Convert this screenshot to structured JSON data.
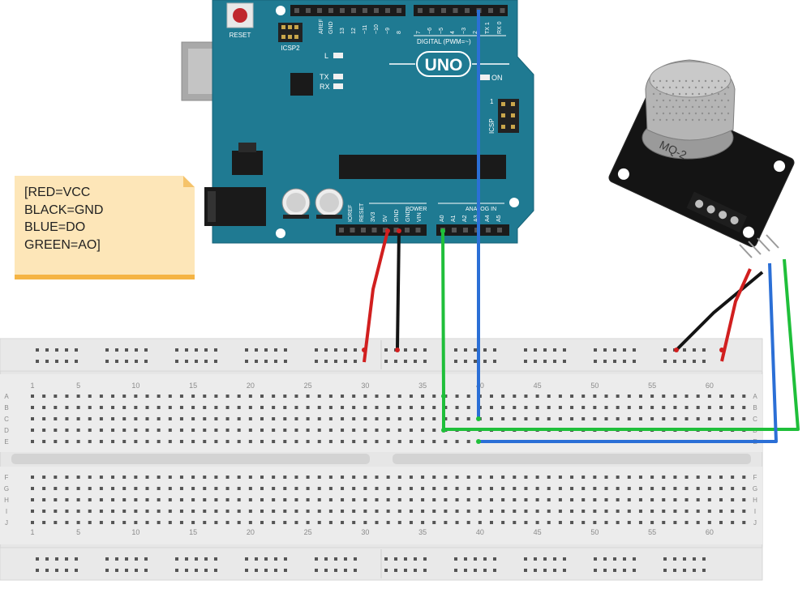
{
  "legend": {
    "lines": [
      "[RED=VCC",
      "BLACK=GND",
      "BLUE=DO",
      "GREEN=AO]"
    ]
  },
  "arduino": {
    "board_label": "UNO",
    "reset_label": "RESET",
    "icsp2_label": "ICSP2",
    "icsp_label": "ICSP",
    "icsp_pin1": "1",
    "led_l": "L",
    "led_tx": "TX",
    "led_rx": "RX",
    "led_on": "ON",
    "digital_header_label": "DIGITAL (PWM=~)",
    "digital_pins": [
      "AREF",
      "GND",
      "13",
      "12",
      "~11",
      "~10",
      "~9",
      "8",
      "7",
      "~6",
      "~5",
      "4",
      "~3",
      "2",
      "TX 1",
      "RX 0"
    ],
    "power_header_label": "POWER",
    "power_pins": [
      "IOREF",
      "RESET",
      "3V3",
      "5V",
      "GND",
      "GND",
      "VIN"
    ],
    "analog_header_label": "ANALOG IN",
    "analog_pins": [
      "A0",
      "A1",
      "A2",
      "A3",
      "A4",
      "A5"
    ]
  },
  "sensor": {
    "label": "MQ-2"
  },
  "breadboard": {
    "column_numbers": [
      "1",
      "5",
      "10",
      "15",
      "20",
      "25",
      "30",
      "35",
      "40",
      "45",
      "50",
      "55",
      "60"
    ],
    "row_letters_top": [
      "A",
      "B",
      "C",
      "D",
      "E"
    ],
    "row_letters_bottom": [
      "F",
      "G",
      "H",
      "I",
      "J"
    ]
  },
  "wires": [
    {
      "color_name": "RED",
      "signal": "VCC",
      "hex": "#d11f1f"
    },
    {
      "color_name": "BLACK",
      "signal": "GND",
      "hex": "#141414"
    },
    {
      "color_name": "BLUE",
      "signal": "DO",
      "hex": "#2b6fd6"
    },
    {
      "color_name": "GREEN",
      "signal": "AO",
      "hex": "#1fbf3a"
    }
  ],
  "colors": {
    "board": "#1f7a92",
    "breadboard": "#e4e4e4",
    "note_bg": "#fde6b8",
    "note_border": "#f5b444"
  }
}
